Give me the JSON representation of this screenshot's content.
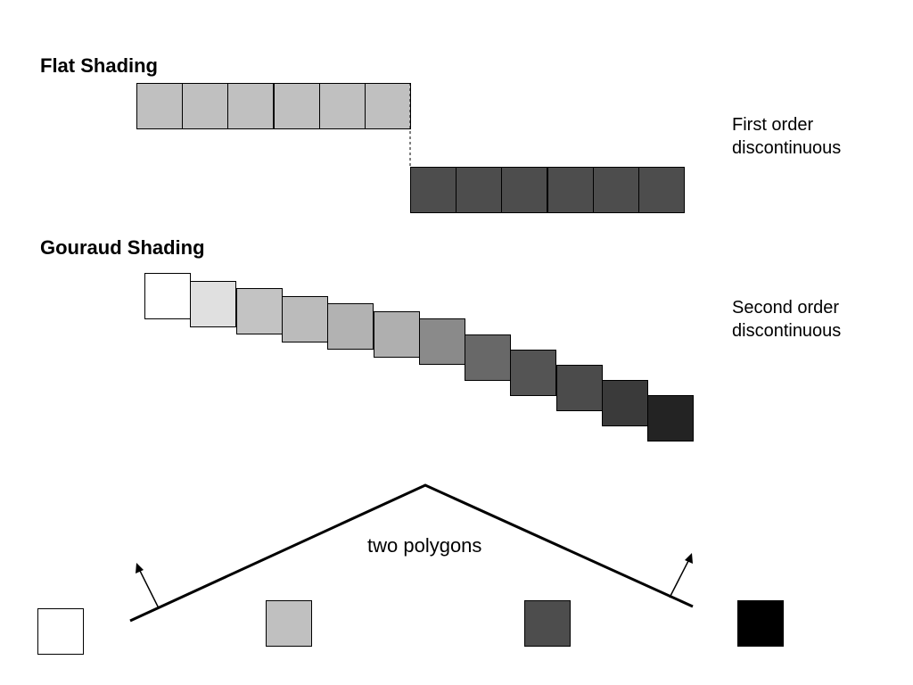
{
  "flat": {
    "title": "Flat Shading",
    "note_lines": [
      "First order",
      "discontinuous"
    ],
    "colors": {
      "light": "#c0c0c0",
      "dark": "#4d4d4d"
    }
  },
  "gouraud": {
    "title": "Gouraud Shading",
    "note_lines": [
      "Second order",
      "discontinuous"
    ],
    "ramp": [
      "#ffffff",
      "#e0e0e0",
      "#c3c3c3",
      "#bbbbbb",
      "#b2b2b2",
      "#afafaf",
      "#8a8a8a",
      "#686868",
      "#545454",
      "#4b4b4b",
      "#3a3a3a",
      "#232323"
    ]
  },
  "polygons": {
    "label": "two polygons",
    "swatches": [
      "#ffffff",
      "#c0c0c0",
      "#4d4d4d",
      "#000000"
    ]
  }
}
